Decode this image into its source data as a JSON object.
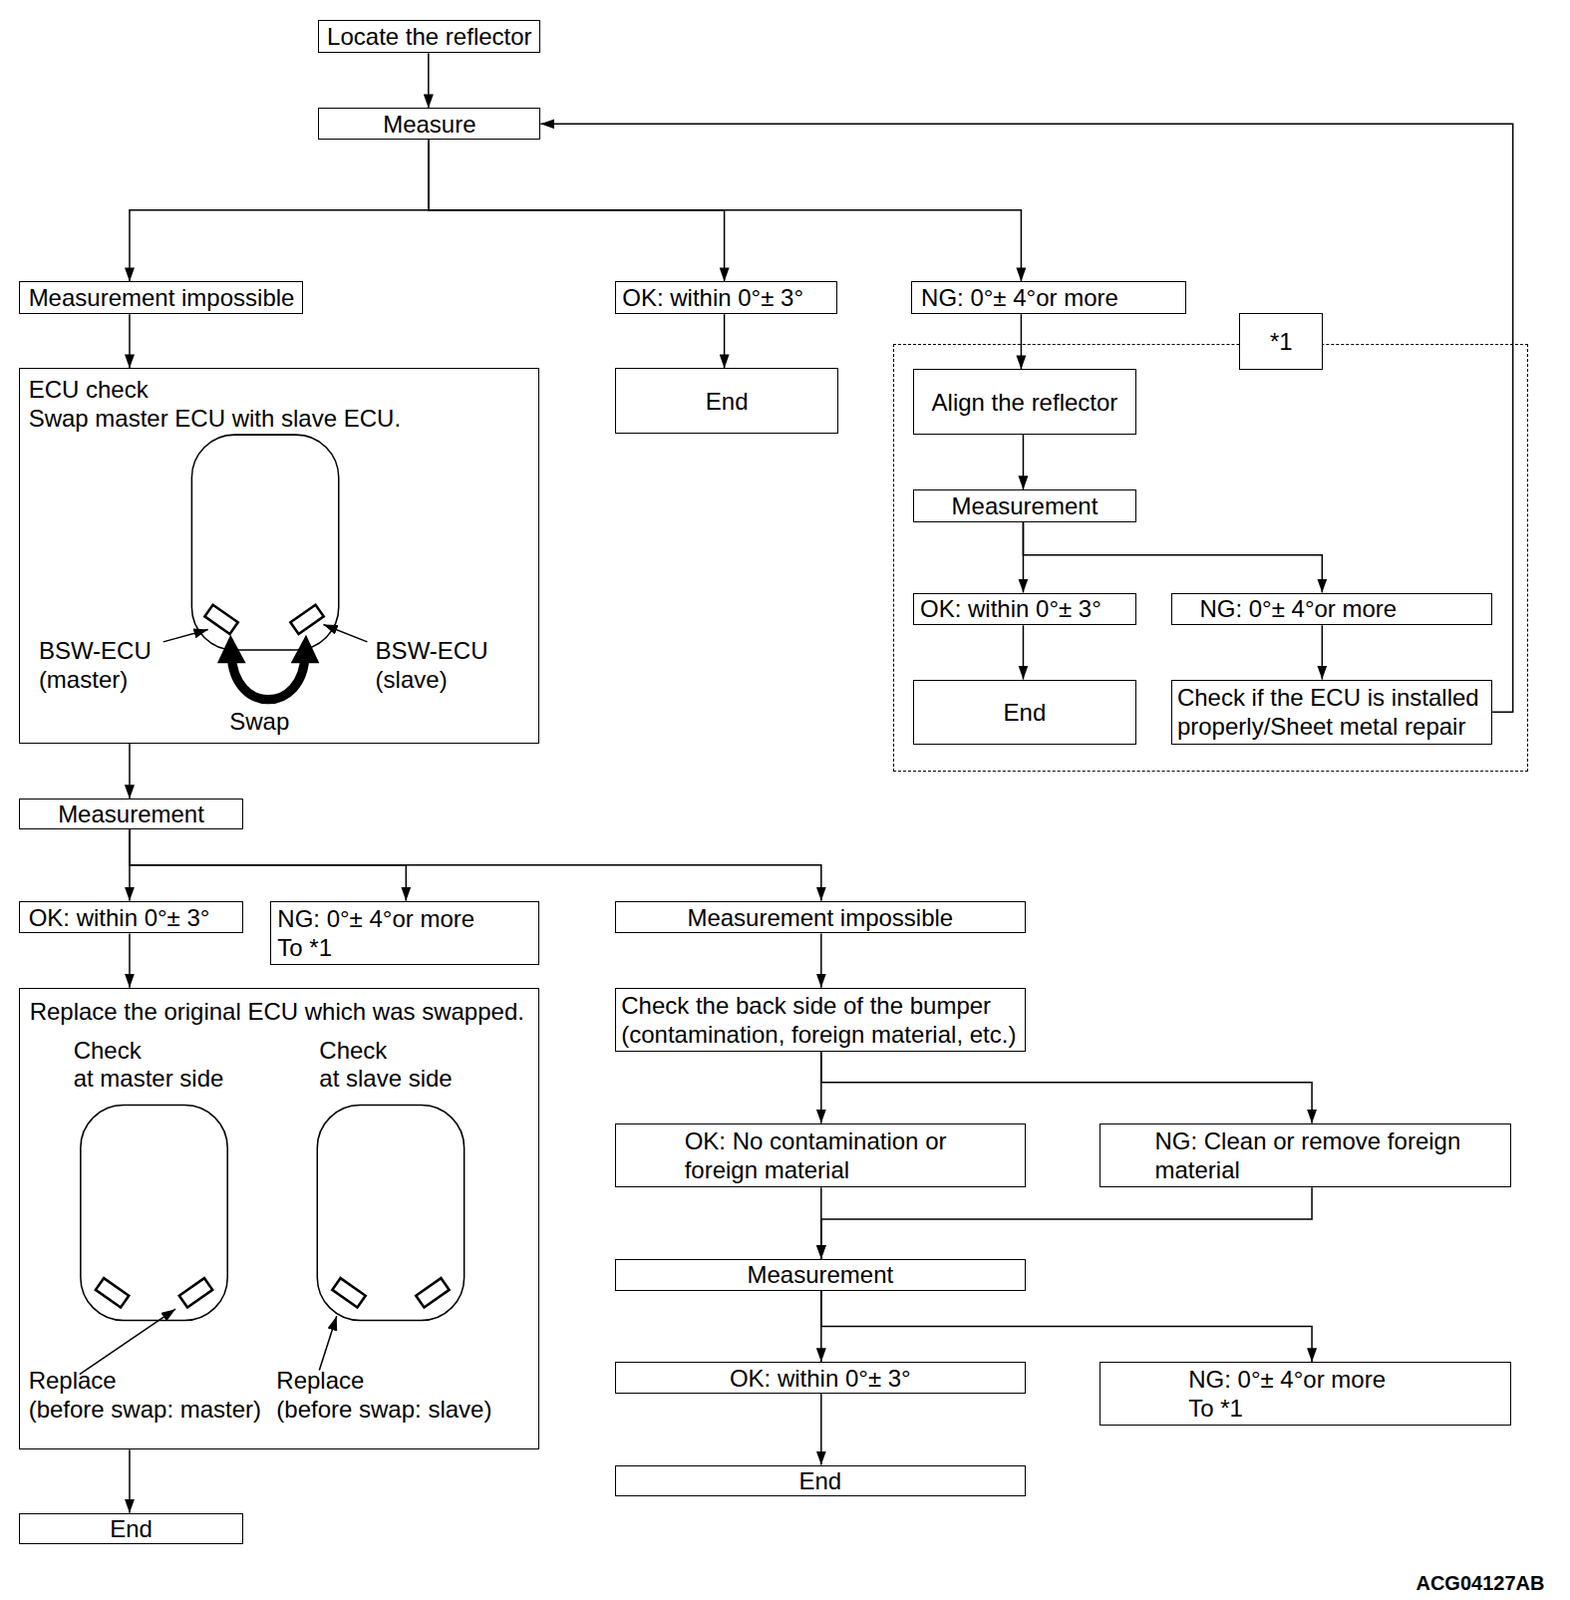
{
  "diagram": {
    "nodes": [
      {
        "text": [
          "Locate the reflector"
        ]
      },
      {
        "text": [
          "Measure"
        ]
      },
      {
        "text": [
          "Measurement impossible"
        ]
      },
      {
        "text": [
          "OK: within 0°± 3°"
        ]
      },
      {
        "text": [
          "NG: 0°± 4°or more"
        ]
      },
      {
        "text": [
          "*1"
        ]
      },
      {
        "text": [
          "Align the reflector"
        ],
        "in": 5
      },
      {
        "text": [
          "Measurement"
        ],
        "in": 5
      },
      {
        "text": [
          "OK: within 0°± 3°"
        ],
        "in": 5
      },
      {
        "text": [
          "NG: 0°± 4°or more"
        ],
        "in": 5
      },
      {
        "text": [
          "End"
        ],
        "in": 5
      },
      {
        "text": [
          "Check if the ECU is installed properly/Sheet metal repair"
        ],
        "in": 5
      },
      {
        "text": [
          "End"
        ]
      },
      {
        "text": [
          "ECU check",
          "Swap master ECU with slave ECU."
        ]
      },
      {
        "text": [
          "Measurement"
        ]
      },
      {
        "text": [
          "OK: within 0°± 3°"
        ]
      },
      {
        "text": [
          "NG: 0°± 4°or more",
          "To *1"
        ]
      },
      {
        "text": [
          "Measurement impossible"
        ]
      },
      {
        "text": [
          "Replace the original ECU which was swapped."
        ]
      },
      {
        "text": [
          "Check the back side of the bumper (contamination, foreign material, etc.)"
        ]
      },
      {
        "text": [
          "OK: No contamination or foreign material"
        ]
      },
      {
        "text": [
          "NG: Clean or remove foreign material"
        ]
      },
      {
        "text": [
          "Measurement"
        ]
      },
      {
        "text": [
          "OK: within 0°± 3°"
        ]
      },
      {
        "text": [
          "NG: 0°± 4°or more",
          "To *1"
        ]
      },
      {
        "text": [
          "End"
        ]
      },
      {
        "text": [
          "End"
        ]
      }
    ],
    "edges": [
      {
        "from": 0,
        "to": 1,
        "arrow": "to"
      },
      {
        "from": 1,
        "to": 2,
        "arrow": "to"
      },
      {
        "from": 1,
        "to": 3,
        "arrow": "to"
      },
      {
        "from": 1,
        "to": 4,
        "arrow": "to"
      },
      {
        "from": 4,
        "to": 6,
        "arrow": "to"
      },
      {
        "from": 6,
        "to": 7,
        "arrow": "to"
      },
      {
        "from": 7,
        "to": 8,
        "arrow": "to"
      },
      {
        "from": 7,
        "to": 9,
        "arrow": "to"
      },
      {
        "from": 8,
        "to": 10,
        "arrow": "to"
      },
      {
        "from": 9,
        "to": 11,
        "arrow": "to"
      },
      {
        "from": 11,
        "to": 1,
        "arrow": "to"
      },
      {
        "from": 3,
        "to": 12,
        "arrow": "to"
      },
      {
        "from": 2,
        "to": 13,
        "arrow": "to"
      },
      {
        "from": 13,
        "to": 14,
        "arrow": "to"
      },
      {
        "from": 14,
        "to": 15,
        "arrow": "to"
      },
      {
        "from": 14,
        "to": 16,
        "arrow": "to"
      },
      {
        "from": 14,
        "to": 17,
        "arrow": "to"
      },
      {
        "from": 15,
        "to": 18,
        "arrow": "to"
      },
      {
        "from": 18,
        "to": 26,
        "arrow": "to"
      },
      {
        "from": 17,
        "to": 19,
        "arrow": "to"
      },
      {
        "from": 19,
        "to": 20,
        "arrow": "to"
      },
      {
        "from": 19,
        "to": 21,
        "arrow": "to"
      },
      {
        "from": 20,
        "to": 22,
        "arrow": "to"
      },
      {
        "from": 21,
        "to": 22,
        "arrow": "to"
      },
      {
        "from": 22,
        "to": 23,
        "arrow": "to"
      },
      {
        "from": 22,
        "to": 24,
        "arrow": "to"
      },
      {
        "from": 23,
        "to": 25,
        "arrow": "to"
      }
    ],
    "labels": [
      "BSW-ECU (master)",
      "BSW-ECU (slave)",
      "Swap",
      "Check",
      "at master side",
      "Check",
      "at slave side",
      "Replace",
      "(before swap: master)",
      "Replace",
      "(before swap: slave)",
      "ACG04127AB"
    ]
  }
}
